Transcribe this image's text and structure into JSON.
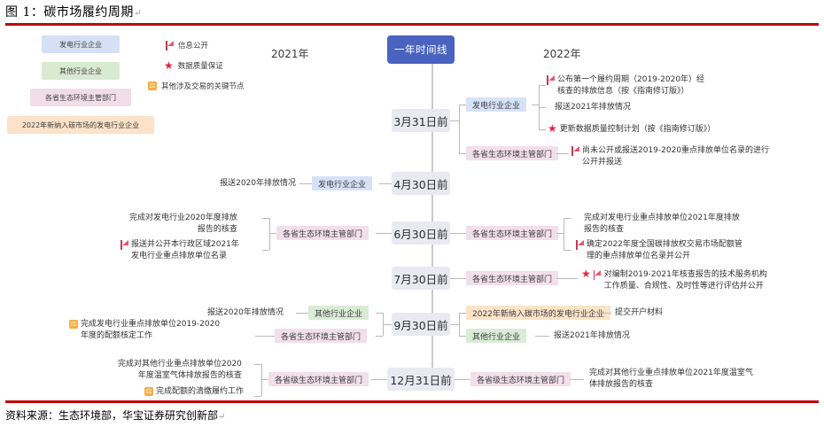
{
  "figure": {
    "title_prefix": "图 1：",
    "title": "碳市场履约周期",
    "pilcrow": "↵",
    "source": "资料来源：生态环境部，华宝证券研究创新部",
    "accent_rule_color": "#c00000"
  },
  "legend": {
    "role_chips": [
      {
        "label": "发电行业企业",
        "color": "#d6e0f5"
      },
      {
        "label": "其他行业企业",
        "color": "#d9ead3"
      },
      {
        "label": "各省生态环境主管部门",
        "color": "#f0dde8"
      },
      {
        "label": "2022年新纳入碳市场的发电行业企业",
        "color": "#fbe2c8"
      }
    ],
    "markers": [
      {
        "icon": "flag-icon",
        "label": "信息公开",
        "color": "#e8546e"
      },
      {
        "icon": "star-icon",
        "label": "数据质量保证",
        "color": "#e8213f"
      },
      {
        "icon": "scale-icon",
        "label": "其他涉及交易的关键节点",
        "color": "#f5ad42"
      }
    ]
  },
  "timeline": {
    "hub_label": "一年时间线",
    "hub_color": "#4a63c0",
    "year_left": "2021年",
    "year_right": "2022年",
    "nodes": [
      {
        "date": "3月31日前",
        "right_groups": [
          {
            "chip": "发电行业企业",
            "chip_color": "#d6e2f7",
            "items": [
              {
                "icon": "flag-icon",
                "text": "公布第一个履约周期（2019-2020年）经\n核查的排放信息（按《指南修订版》）"
              },
              {
                "icon": "none",
                "text": "报送2021年排放情况"
              },
              {
                "icon": "star-icon",
                "text": "更新数据质量控制计划（按《指南修订版》）"
              }
            ]
          },
          {
            "chip": "各省生态环境主管部门",
            "chip_color": "#f1dfea",
            "items": [
              {
                "icon": "flag-icon",
                "text": "尚未公开或报送2019-2020重点排放单位名录的进行\n公开并报送"
              }
            ]
          }
        ],
        "left_groups": []
      },
      {
        "date": "4月30日前",
        "right_groups": [],
        "left_groups": [
          {
            "chip": "发电行业企业",
            "chip_color": "#d6e2f7",
            "items": [
              {
                "icon": "none",
                "text": "报送2020年排放情况"
              }
            ]
          }
        ]
      },
      {
        "date": "6月30日前",
        "right_groups": [
          {
            "chip": "各省生态环境主管部门",
            "chip_color": "#f1dfea",
            "items": [
              {
                "icon": "none",
                "text": "完成对发电行业重点排放单位2021年度排放\n报告的核查"
              },
              {
                "icon": "flag-icon",
                "text": "确定2022年度全国碳排放权交易市场配额管\n理的重点排放单位名录并公开"
              }
            ]
          }
        ],
        "left_groups": [
          {
            "chip": "各省生态环境主管部门",
            "chip_color": "#f1dfea",
            "items": [
              {
                "icon": "none",
                "text": "完成对发电行业2020年度排放\n报告的核查"
              },
              {
                "icon": "flag-icon",
                "text": "报送并公开本行政区域2021年\n发电行业重点排放单位名录"
              }
            ]
          }
        ]
      },
      {
        "date": "7月30日前",
        "right_groups": [
          {
            "chip": "各省生态环境主管部门",
            "chip_color": "#f1dfea",
            "items": [
              {
                "icon": "star-flag-icon",
                "text": "对编制2019-2021年核查报告的技术服务机构\n工作质量、合规性、及时性等进行评估并公开"
              }
            ]
          }
        ],
        "left_groups": []
      },
      {
        "date": "9月30日前",
        "right_groups": [
          {
            "chip": "2022年新纳入碳市场的发电行业企业",
            "chip_color": "#fbe3c8",
            "items": [
              {
                "icon": "none",
                "text": "提交开户材料"
              }
            ]
          },
          {
            "chip": "其他行业企业",
            "chip_color": "#d9ecd6",
            "items": [
              {
                "icon": "none",
                "text": "报送2021年排放情况"
              }
            ]
          }
        ],
        "left_groups": [
          {
            "chip": "其他行业企业",
            "chip_color": "#d9ecd6",
            "items": [
              {
                "icon": "none",
                "text": "报送2020年排放情况"
              }
            ]
          },
          {
            "chip": "各省生态环境主管部门",
            "chip_color": "#f1dfea",
            "items": [
              {
                "icon": "scale-icon",
                "text": "完成发电行业重点排放单位2019-2020\n年度的配额核定工作"
              }
            ]
          }
        ]
      },
      {
        "date": "12月31日前",
        "right_groups": [
          {
            "chip": "各省级生态环境主管部门",
            "chip_color": "#f1dfea",
            "items": [
              {
                "icon": "none",
                "text": "完成对其他行业重点排放单位2021年度温室气\n体排放报告的核查"
              }
            ]
          }
        ],
        "left_groups": [
          {
            "chip": "各省级生态环境主管部门",
            "chip_color": "#f1dfea",
            "items": [
              {
                "icon": "none",
                "text": "完成对其他行业重点排放单位2020\n年度温室气体排放报告的核查"
              },
              {
                "icon": "scale-icon",
                "text": "完成配额的清缴履约工作"
              }
            ]
          }
        ]
      }
    ]
  }
}
